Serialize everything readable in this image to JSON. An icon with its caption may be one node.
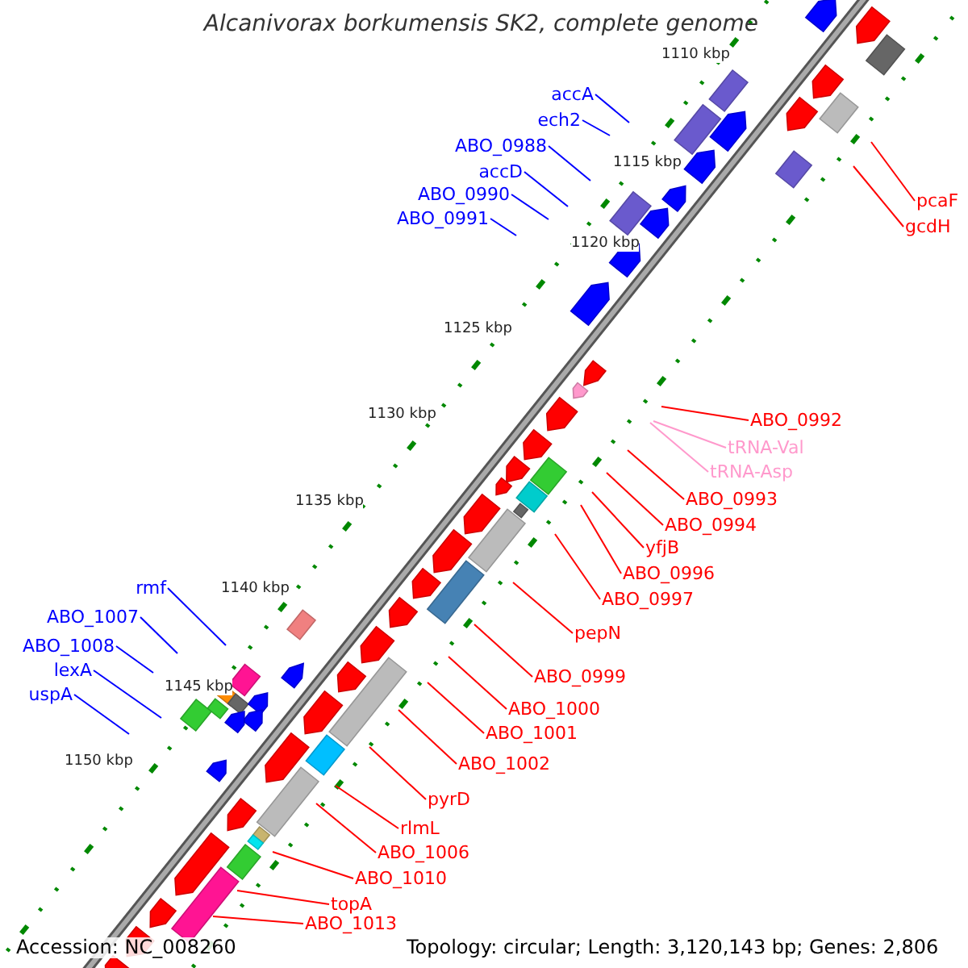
{
  "diagram": {
    "title": "Alcanivorax borkumensis SK2, complete genome",
    "nodes": [
      {
        "text": [
          "accA"
        ]
      },
      {
        "text": [
          "ech2"
        ]
      },
      {
        "text": [
          "ABO_0988"
        ]
      },
      {
        "text": [
          "accD"
        ]
      },
      {
        "text": [
          "ABO_0990"
        ]
      },
      {
        "text": [
          "ABO_0991"
        ]
      },
      {
        "text": [
          "pcaF"
        ]
      },
      {
        "text": [
          "gcdH"
        ]
      },
      {
        "text": [
          "ABO_0992"
        ]
      },
      {
        "text": [
          "tRNA-Val"
        ]
      },
      {
        "text": [
          "tRNA-Asp"
        ]
      },
      {
        "text": [
          "ABO_0993"
        ]
      },
      {
        "text": [
          "ABO_0994"
        ]
      },
      {
        "text": [
          "yfjB"
        ]
      },
      {
        "text": [
          "ABO_0996"
        ]
      },
      {
        "text": [
          "ABO_0997"
        ]
      },
      {
        "text": [
          "pepN"
        ]
      },
      {
        "text": [
          "ABO_0999"
        ]
      },
      {
        "text": [
          "ABO_1000"
        ]
      },
      {
        "text": [
          "ABO_1001"
        ]
      },
      {
        "text": [
          "ABO_1002"
        ]
      },
      {
        "text": [
          "pyrD"
        ]
      },
      {
        "text": [
          "rlmL"
        ]
      },
      {
        "text": [
          "ABO_1006"
        ]
      },
      {
        "text": [
          "ABO_1010"
        ]
      },
      {
        "text": [
          "topA"
        ]
      },
      {
        "text": [
          "ABO_1013"
        ]
      },
      {
        "text": [
          "rmf"
        ]
      },
      {
        "text": [
          "ABO_1007"
        ]
      },
      {
        "text": [
          "ABO_1008"
        ]
      },
      {
        "text": [
          "lexA"
        ]
      },
      {
        "text": [
          "uspA"
        ]
      }
    ],
    "edges": [
      {
        "from": 0,
        "to": null,
        "arrow": "none",
        "color": "#0000ff"
      },
      {
        "from": 1,
        "to": null,
        "arrow": "none",
        "color": "#0000ff"
      },
      {
        "from": 2,
        "to": null,
        "arrow": "none",
        "color": "#0000ff"
      },
      {
        "from": 3,
        "to": null,
        "arrow": "none",
        "color": "#0000ff"
      },
      {
        "from": 4,
        "to": null,
        "arrow": "none",
        "color": "#0000ff"
      },
      {
        "from": 5,
        "to": null,
        "arrow": "none",
        "color": "#0000ff"
      },
      {
        "from": 6,
        "to": null,
        "arrow": "none"
      },
      {
        "from": 7,
        "to": null,
        "arrow": "none"
      },
      {
        "from": 8,
        "to": null,
        "arrow": "none"
      },
      {
        "from": 9,
        "to": null,
        "arrow": "none",
        "color": "#ff99cc"
      },
      {
        "from": 10,
        "to": null,
        "arrow": "none",
        "color": "#ff99cc"
      },
      {
        "from": 11,
        "to": null,
        "arrow": "none"
      },
      {
        "from": 12,
        "to": null,
        "arrow": "none"
      },
      {
        "from": 13,
        "to": null,
        "arrow": "none"
      },
      {
        "from": 14,
        "to": null,
        "arrow": "none"
      },
      {
        "from": 15,
        "to": null,
        "arrow": "none"
      },
      {
        "from": 16,
        "to": null,
        "arrow": "none"
      },
      {
        "from": 17,
        "to": null,
        "arrow": "none"
      },
      {
        "from": 18,
        "to": null,
        "arrow": "none"
      },
      {
        "from": 19,
        "to": null,
        "arrow": "none"
      },
      {
        "from": 20,
        "to": null,
        "arrow": "none"
      },
      {
        "from": 21,
        "to": null,
        "arrow": "none"
      },
      {
        "from": 22,
        "to": null,
        "arrow": "none"
      },
      {
        "from": 23,
        "to": null,
        "arrow": "none"
      },
      {
        "from": 24,
        "to": null,
        "arrow": "none"
      },
      {
        "from": 25,
        "to": null,
        "arrow": "none"
      },
      {
        "from": 26,
        "to": null,
        "arrow": "none"
      },
      {
        "from": 27,
        "to": null,
        "arrow": "none",
        "color": "#0000ff"
      },
      {
        "from": 28,
        "to": null,
        "arrow": "none",
        "color": "#0000ff"
      },
      {
        "from": 29,
        "to": null,
        "arrow": "none",
        "color": "#0000ff"
      },
      {
        "from": 30,
        "to": null,
        "arrow": "none",
        "color": "#0000ff"
      },
      {
        "from": 31,
        "to": null,
        "arrow": "none",
        "color": "#0000ff"
      }
    ],
    "labels": [
      "1110 kbp",
      "1115 kbp",
      "1120 kbp",
      "1125 kbp",
      "1130 kbp",
      "1135 kbp",
      "1140 kbp",
      "1145 kbp",
      "1150 kbp",
      "Accession: NC_008260",
      "Topology: circular; Length: 3,120,143 bp; Genes: 2,806"
    ]
  }
}
